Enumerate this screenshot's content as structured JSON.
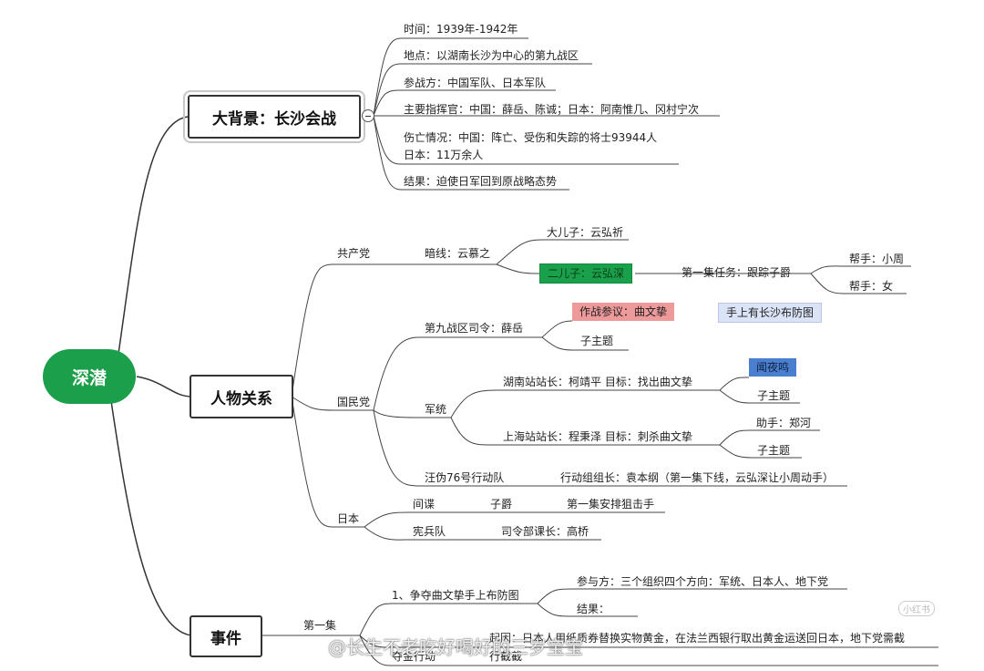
{
  "root": {
    "label": "深潜"
  },
  "background": {
    "title": "大背景：长沙会战",
    "items": [
      "时间：1939年-1942年",
      "地点：以湖南长沙为中心的第九战区",
      "参战方：中国军队、日本军队",
      "主要指挥官：中国：薛岳、陈诚；日本：阿南惟几、冈村宁次",
      "伤亡情况：中国：阵亡、受伤和失踪的将士93944人",
      "日本：11万余人",
      "结果：迫使日军回到原战略态势"
    ]
  },
  "people": {
    "title": "人物关系",
    "cpc": {
      "label": "共产党",
      "line": "暗线：云慕之",
      "son1": "大儿子：云弘祈",
      "son2": "二儿子：云弘深",
      "task": "第一集任务：跟踪子爵",
      "helper1": "帮手：小周",
      "helper2": "帮手：女"
    },
    "kmt": {
      "label": "国民党",
      "commander": "第九战区司令：薛岳",
      "advisor": "作战参议：曲文挚",
      "defense": "手上有长沙布防图",
      "subtopic": "子主题",
      "juntong": "军统",
      "hunan": "湖南站站长：柯靖平   目标：找出曲文挚",
      "wenyeming": "闻夜鸣",
      "hunan_sub": "子主题",
      "shanghai": "上海站站长：程秉泽   目标：刺杀曲文挚",
      "assistant": "助手：郑河",
      "shanghai_sub": "子主题",
      "wang76": "汪伪76号行动队",
      "action_leader": "行动组组长：袁本纲（第一集下线，云弘深让小周动手）"
    },
    "japan": {
      "label": "日本",
      "spy": "间谍",
      "viscount": "子爵",
      "snipe": "第一集安排狙击手",
      "kempei": "宪兵队",
      "chief": "司令部课长：高桥"
    }
  },
  "events": {
    "title": "事件",
    "episode": "第一集",
    "item1": "1、争夺曲文挚手上布防图",
    "participants": "参与方：三个组织四个方向：军统、日本人、地下党",
    "result": "结果：",
    "cause": "起因：日本人用纸质券替换实物黄金，在法兰西银行取出黄金运送回日本，地下党需截",
    "gold": "夺金行动",
    "intercept": "行截截"
  },
  "watermark": {
    "text": "@长生不老吃好喝好的三岁宝宝",
    "badge": "小红书"
  },
  "colors": {
    "root": "#1c9f4a",
    "green_highlight": "#1aa04a",
    "red_highlight": "#ee9a9a",
    "light_blue_highlight": "#dbe3f7",
    "dark_blue_highlight": "#4a7fd0",
    "line": "#333333"
  }
}
